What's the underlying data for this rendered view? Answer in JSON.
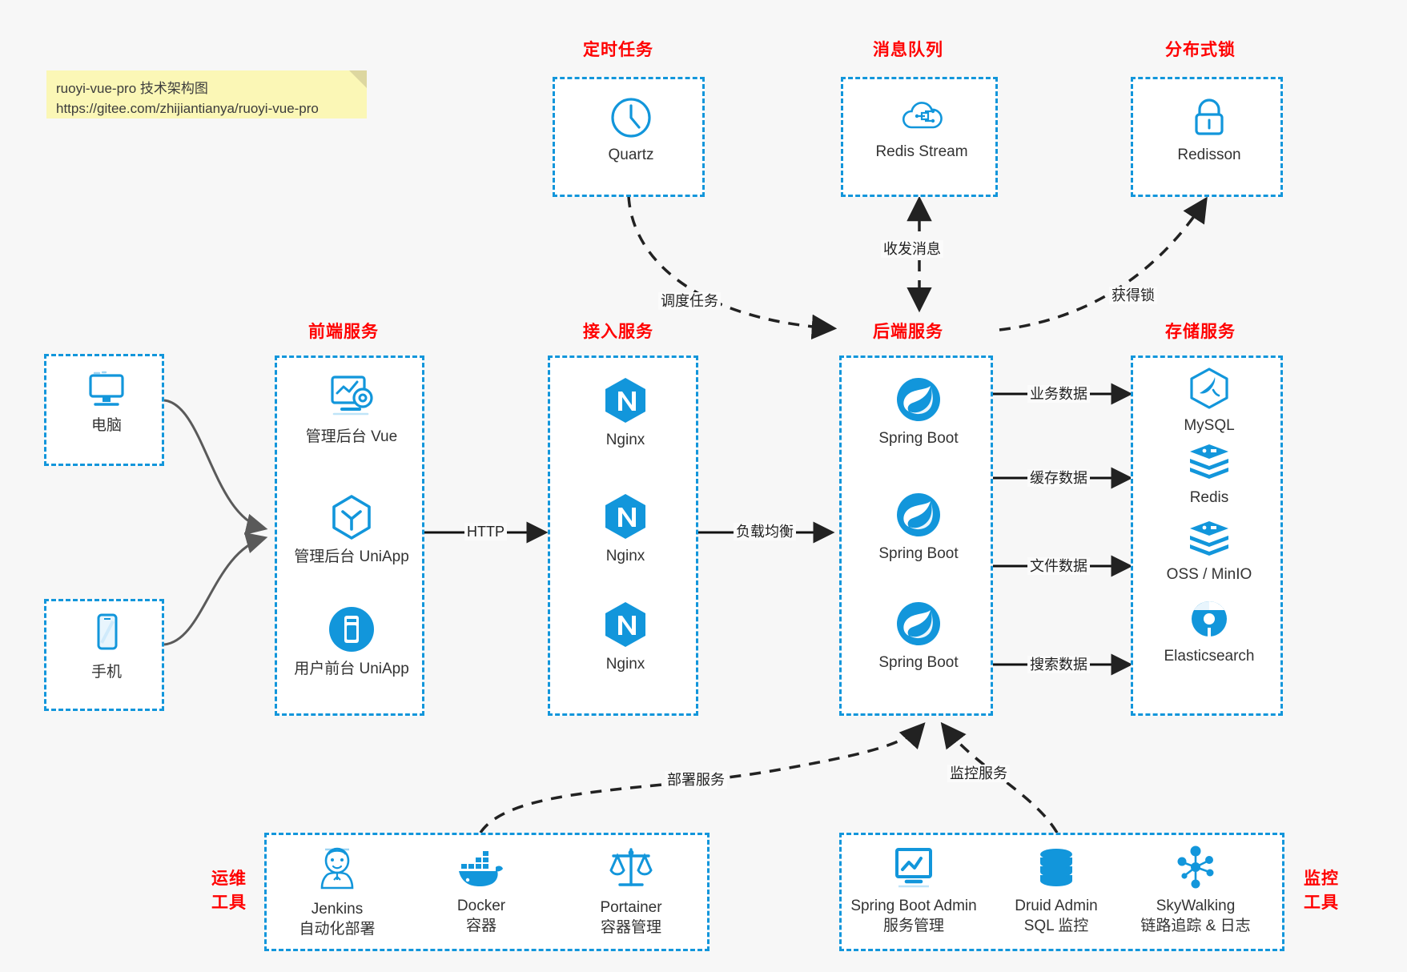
{
  "note": {
    "line1": "ruoyi-vue-pro 技术架构图",
    "line2": "https://gitee.com/zhijiantianya/ruoyi-vue-pro"
  },
  "colors": {
    "accent": "#1296db",
    "title": "#ff0000",
    "text": "#333333",
    "background": "#f7f7f7",
    "note_bg": "#fbf7b6"
  },
  "groups": {
    "scheduler": {
      "title": "定时任务"
    },
    "mq": {
      "title": "消息队列"
    },
    "lock": {
      "title": "分布式锁"
    },
    "frontend": {
      "title": "前端服务"
    },
    "gateway": {
      "title": "接入服务"
    },
    "backend": {
      "title": "后端服务"
    },
    "storage": {
      "title": "存储服务"
    },
    "devops": {
      "title_line1": "运维",
      "title_line2": "工具"
    },
    "monitor": {
      "title_line1": "监控",
      "title_line2": "工具"
    }
  },
  "nodes": {
    "quartz": {
      "label": "Quartz",
      "icon": "clock-icon"
    },
    "redis_stream": {
      "label": "Redis Stream",
      "icon": "cloud-stream-icon"
    },
    "redisson": {
      "label": "Redisson",
      "icon": "lock-icon"
    },
    "pc": {
      "label": "电脑",
      "icon": "desktop-icon"
    },
    "phone": {
      "label": "手机",
      "icon": "mobile-icon"
    },
    "admin_vue": {
      "label": "管理后台 Vue",
      "icon": "dashboard-icon"
    },
    "admin_uniapp": {
      "label": "管理后台 UniApp",
      "icon": "uniapp-icon"
    },
    "user_uniapp": {
      "label": "用户前台 UniApp",
      "icon": "app-icon"
    },
    "nginx1": {
      "label": "Nginx",
      "icon": "nginx-icon"
    },
    "nginx2": {
      "label": "Nginx",
      "icon": "nginx-icon"
    },
    "nginx3": {
      "label": "Nginx",
      "icon": "nginx-icon"
    },
    "boot1": {
      "label": "Spring Boot",
      "icon": "spring-icon"
    },
    "boot2": {
      "label": "Spring Boot",
      "icon": "spring-icon"
    },
    "boot3": {
      "label": "Spring Boot",
      "icon": "spring-icon"
    },
    "mysql": {
      "label": "MySQL",
      "icon": "mysql-icon"
    },
    "redis": {
      "label": "Redis",
      "icon": "redis-icon"
    },
    "oss": {
      "label": "OSS / MinIO",
      "icon": "oss-icon"
    },
    "es": {
      "label": "Elasticsearch",
      "icon": "elasticsearch-icon"
    },
    "jenkins": {
      "label": "Jenkins",
      "sub": "自动化部署",
      "icon": "jenkins-icon"
    },
    "docker": {
      "label": "Docker",
      "sub": "容器",
      "icon": "docker-icon"
    },
    "portainer": {
      "label": "Portainer",
      "sub": "容器管理",
      "icon": "scales-icon"
    },
    "sba": {
      "label": "Spring Boot Admin",
      "sub": "服务管理",
      "icon": "monitor-chart-icon"
    },
    "druid": {
      "label": "Druid Admin",
      "sub": "SQL 监控",
      "icon": "database-icon"
    },
    "skywalking": {
      "label": "SkyWalking",
      "sub": "链路追踪 & 日志",
      "icon": "skywalking-icon"
    }
  },
  "edges": {
    "schedule_task": "调度任务",
    "send_receive_message": "收发消息",
    "acquire_lock": "获得锁",
    "http": "HTTP",
    "load_balance": "负载均衡",
    "business_data": "业务数据",
    "cache_data": "缓存数据",
    "file_data": "文件数据",
    "search_data": "搜索数据",
    "deploy_service": "部署服务",
    "monitor_service": "监控服务"
  }
}
